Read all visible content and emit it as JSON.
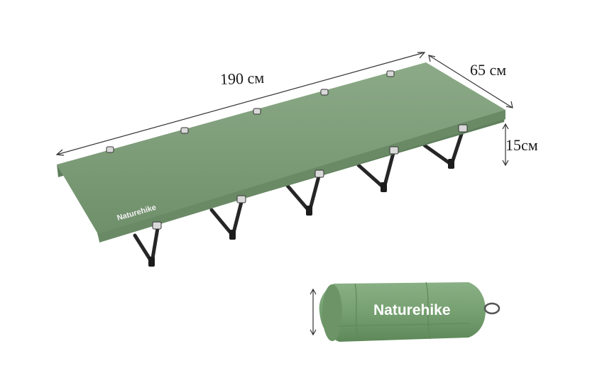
{
  "dimensions": {
    "length": "190 см",
    "width": "65 см",
    "height": "15см"
  },
  "brand": {
    "cot_logo": "Naturehike",
    "bag_logo": "Naturehike"
  },
  "colors": {
    "fabric": "#7a9a76",
    "fabric_dark": "#5f7f5c",
    "frame": "#2a2a2a",
    "bag": "#7aa076"
  }
}
